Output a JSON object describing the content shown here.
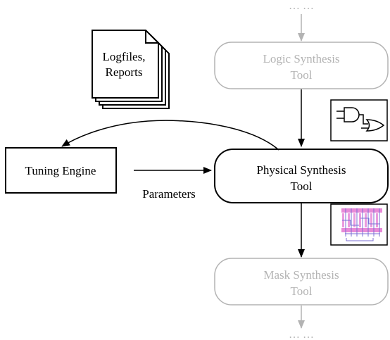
{
  "flow": {
    "top_ellipsis": "… …",
    "bottom_ellipsis": "… …",
    "logic_synthesis": {
      "line1": "Logic Synthesis",
      "line2": "Tool"
    },
    "physical_synthesis": {
      "line1": "Physical Synthesis",
      "line2": "Tool"
    },
    "mask_synthesis": {
      "line1": "Mask Synthesis",
      "line2": "Tool"
    }
  },
  "tuning_engine": {
    "label": "Tuning Engine"
  },
  "parameters_label": "Parameters",
  "logfiles": {
    "line1": "Logfiles,",
    "line2": "Reports"
  },
  "colors": {
    "active": "#000000",
    "inactive": "#b3b3b3",
    "layout_pink": "#e88ad8",
    "layout_blue": "#7b6fd6"
  },
  "icons": [
    "logic-gates-icon",
    "chip-layout-icon"
  ]
}
